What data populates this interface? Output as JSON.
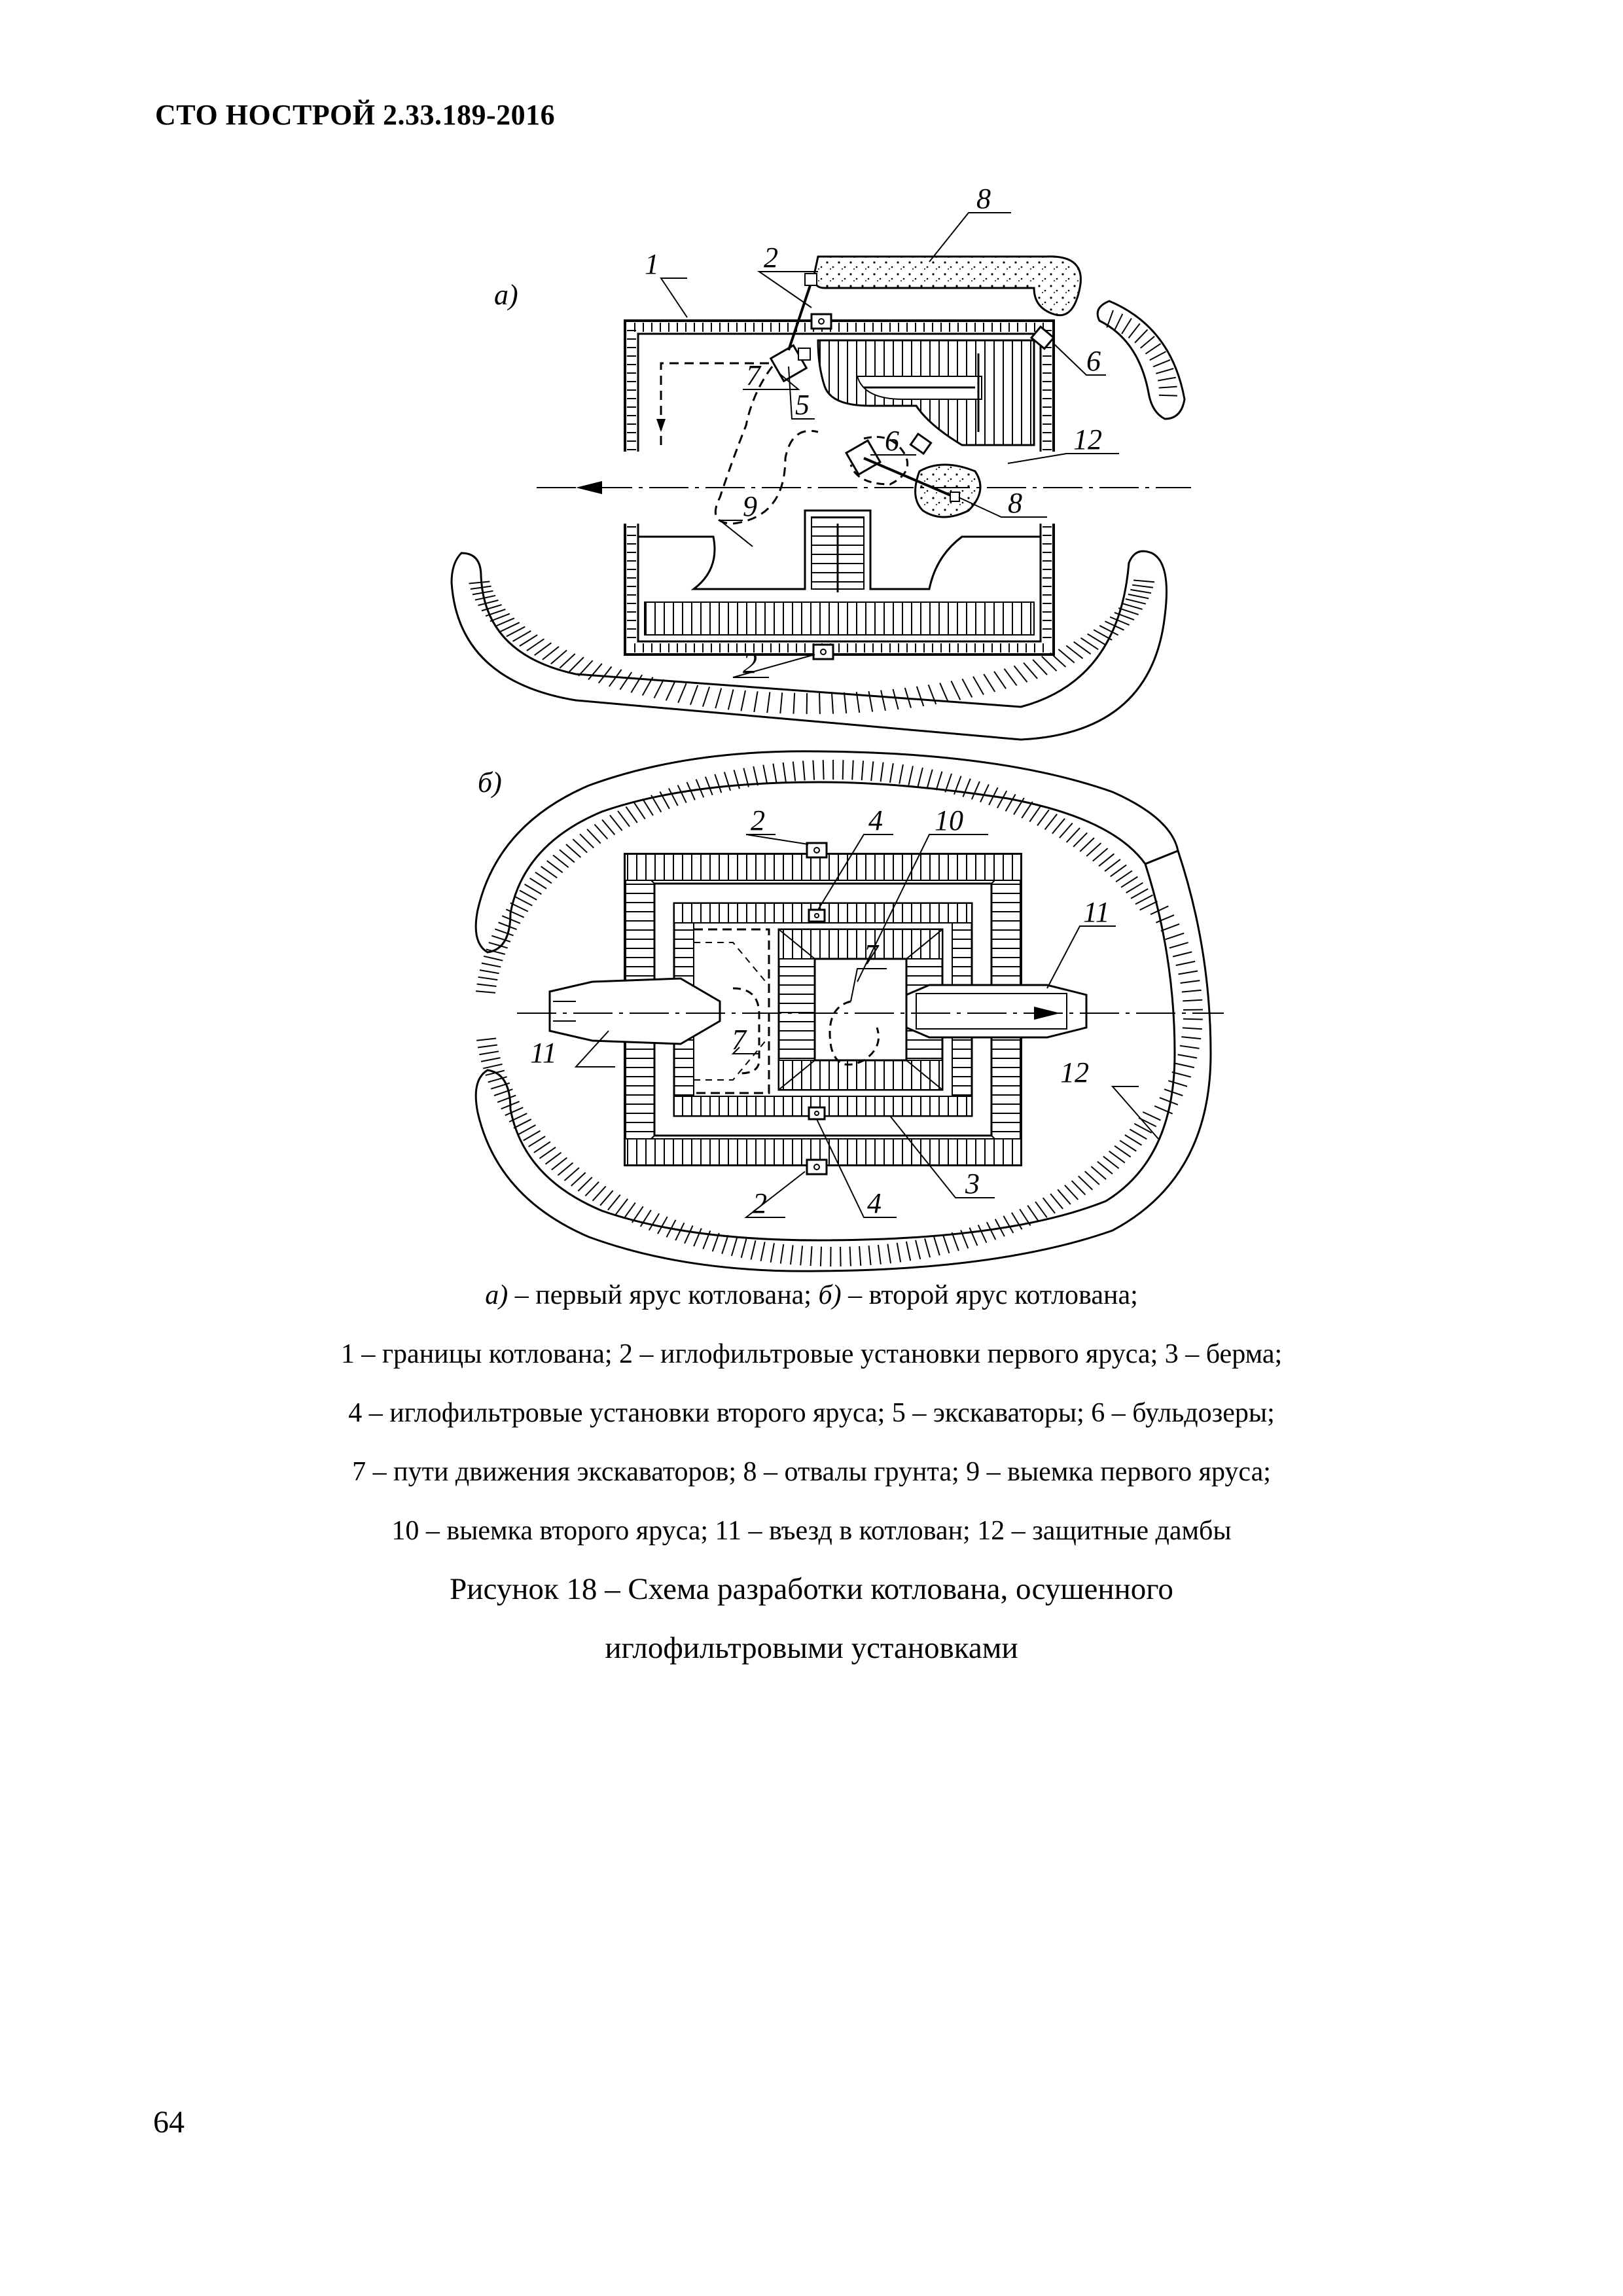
{
  "header": {
    "doc_code": "СТО НОСТРОЙ 2.33.189-2016"
  },
  "figure": {
    "panel_a_label": "а)",
    "panel_b_label": "б)",
    "callouts_a": [
      "1",
      "2",
      "8",
      "7",
      "5",
      "6",
      "6",
      "12",
      "8",
      "9",
      "2"
    ],
    "callouts_b": [
      "2",
      "4",
      "10",
      "11",
      "7",
      "7",
      "11",
      "12",
      "2",
      "4",
      "3"
    ]
  },
  "caption": {
    "panels_a": "а)",
    "panels_a_text": " – первый ярус котлована; ",
    "panels_b": "б)",
    "panels_b_text": " – второй ярус котлована;",
    "legend_1": "1 – границы котлована; 2 – иглофильтровые установки первого яруса; 3 – берма;",
    "legend_2": "4 – иглофильтровые установки второго яруса; 5 – экскаваторы; 6 – бульдозеры;",
    "legend_3": "7 – пути движения экскаваторов; 8 – отвалы грунта; 9 – выемка первого яруса;",
    "legend_4": "10 – выемка второго яруса; 11 – въезд в котлован; 12 – защитные дамбы",
    "title_line_1": "Рисунок 18 – Схема разработки котлована, осушенного",
    "title_line_2": "иглофильтровыми установками"
  },
  "page_number": "64"
}
